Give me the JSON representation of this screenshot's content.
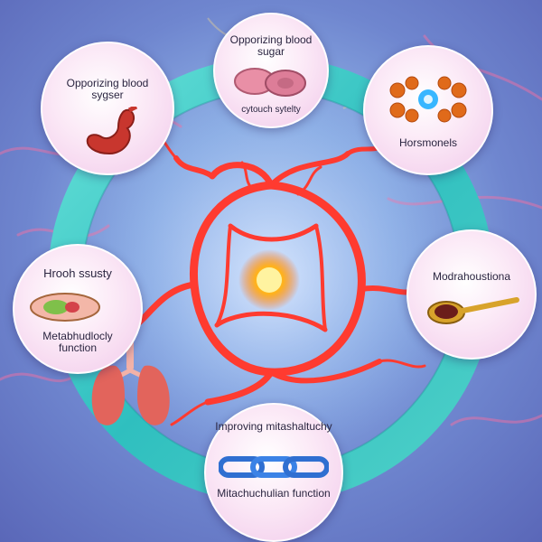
{
  "nodes": {
    "top_left": {
      "title": "Opporizing blood sygser"
    },
    "top_center": {
      "title": "Opporizing blood sugar",
      "caption": "cytouch sytelty"
    },
    "top_right": {
      "caption": "Horsmonels"
    },
    "mid_left": {
      "title": "Hrooh ssusty",
      "caption": "Metabhudlocly function"
    },
    "mid_right": {
      "title": "Modrahoustiona"
    },
    "bottom": {
      "title": "Improving mitashaltuchy",
      "caption": "Mitachuchulian function"
    }
  },
  "colors": {
    "ring": "#3ec9c2",
    "vessels": "#ff3b30",
    "core": "#ffb000",
    "background": "#7b8fd6",
    "bubble": "#f4d3ee"
  }
}
